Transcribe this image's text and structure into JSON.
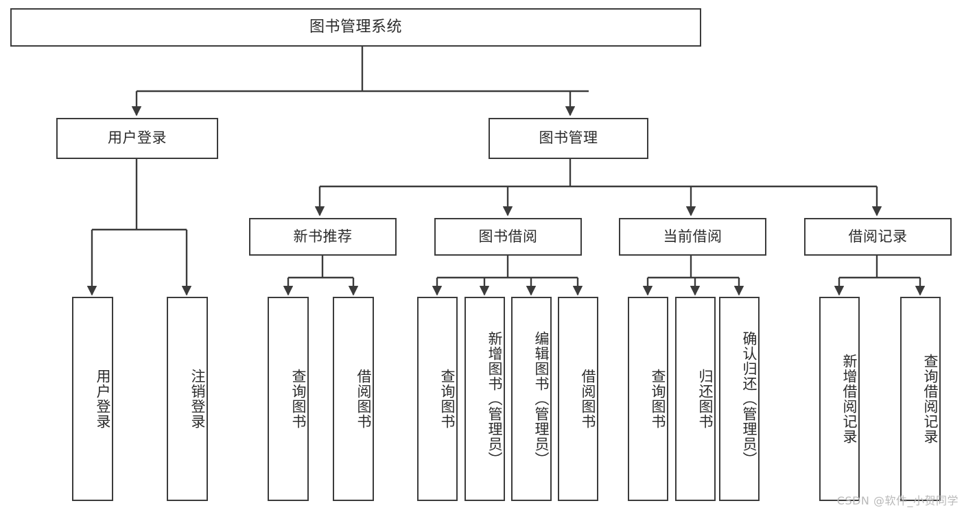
{
  "diagram": {
    "title": "图书管理系统",
    "type": "tree-hierarchy",
    "watermark": "CSDN @软件_小贺同学",
    "colors": {
      "line": "#3b3b3b",
      "box_fill": "#ffffff",
      "text": "#2b2b2b",
      "watermark": "#b9b9b9"
    },
    "root": {
      "label": "图书管理系统"
    },
    "level2": [
      {
        "label": "用户登录"
      },
      {
        "label": "图书管理"
      }
    ],
    "level3": [
      {
        "label": "新书推荐"
      },
      {
        "label": "图书借阅"
      },
      {
        "label": "当前借阅"
      },
      {
        "label": "借阅记录"
      }
    ],
    "leaves": {
      "user_login": [
        {
          "label": "用户登录"
        },
        {
          "label": "注销登录"
        }
      ],
      "new_book_recommend": [
        {
          "label": "查询图书"
        },
        {
          "label": "借阅图书"
        }
      ],
      "book_borrow": [
        {
          "label": "查询图书"
        },
        {
          "label": "新增图书（管理员）"
        },
        {
          "label": "编辑图书（管理员）"
        },
        {
          "label": "借阅图书"
        }
      ],
      "current_borrow": [
        {
          "label": "查询图书"
        },
        {
          "label": "归还图书"
        },
        {
          "label": "确认归还（管理员）"
        }
      ],
      "borrow_record": [
        {
          "label": "新增借阅记录"
        },
        {
          "label": "查询借阅记录"
        }
      ]
    }
  }
}
